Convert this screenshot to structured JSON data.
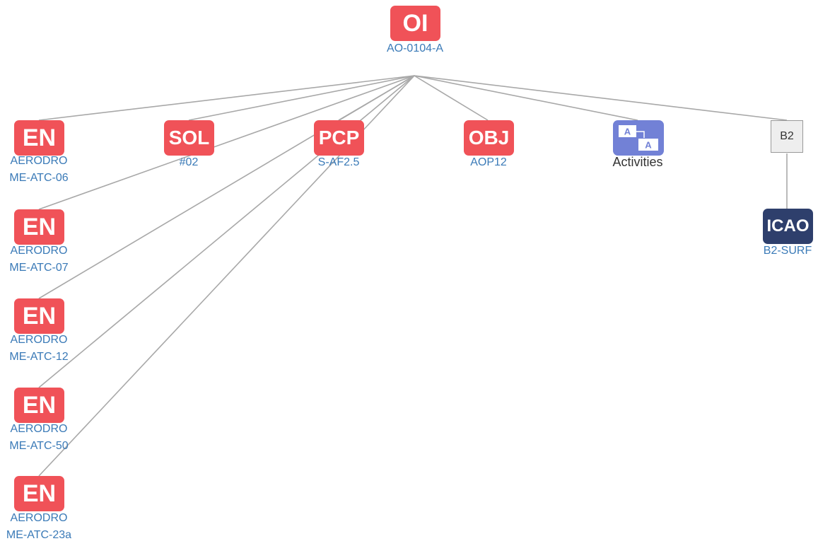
{
  "root": {
    "badge": "OI",
    "label": "AO-0104-A"
  },
  "children": [
    {
      "id": "en06",
      "badge": "EN",
      "label": "AERODROME-ATC-06"
    },
    {
      "id": "sol",
      "badge": "SOL",
      "label": "#02"
    },
    {
      "id": "pcp",
      "badge": "PCP",
      "label": "S-AF2.5"
    },
    {
      "id": "obj",
      "badge": "OBJ",
      "label": "AOP12"
    },
    {
      "id": "act",
      "badge": "A",
      "label": "Activities"
    },
    {
      "id": "b2",
      "badge": "B2",
      "label": ""
    }
  ],
  "en_nodes": [
    {
      "badge": "EN",
      "label": "AERODROME-ATC-07"
    },
    {
      "badge": "EN",
      "label": "AERODROME-ATC-12"
    },
    {
      "badge": "EN",
      "label": "AERODROME-ATC-50"
    },
    {
      "badge": "EN",
      "label": "AERODROME-ATC-23a"
    }
  ],
  "icao": {
    "badge": "ICAO",
    "label": "B2-SURF"
  },
  "colors": {
    "node": "#f05258",
    "icao": "#2e3f6c",
    "activities": "#7281d6",
    "edge": "#a8a8a8",
    "label": "#3a7ab7"
  }
}
